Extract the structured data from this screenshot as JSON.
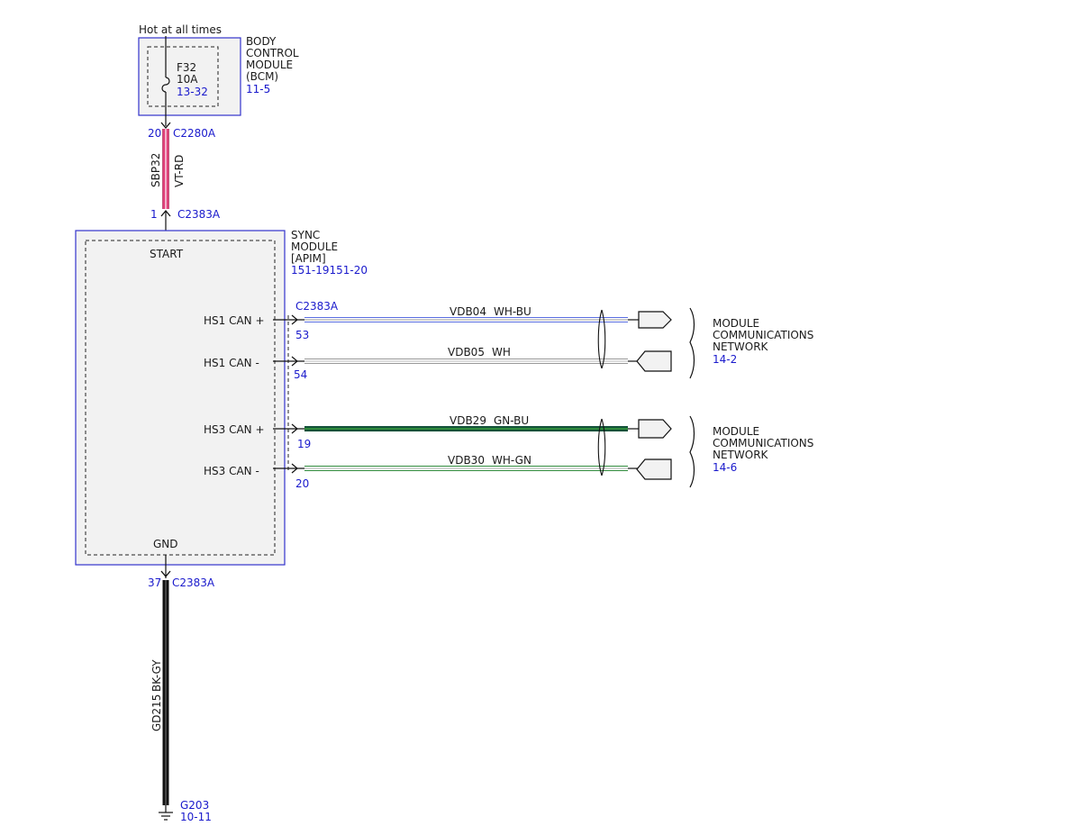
{
  "colors": {
    "module_border": "#3333cc",
    "module_fill": "#f2f2f2",
    "reference_text": "#1a1acc",
    "wire_pink": "#e0407a",
    "wire_blue": "#5a6ee0",
    "wire_green": "#2f8a3c",
    "wire_dark_green": "#14523a",
    "wire_black": "#111111"
  },
  "power": {
    "label": "Hot at all times"
  },
  "bcm": {
    "name_lines": [
      "BODY",
      "CONTROL",
      "MODULE",
      "(BCM)"
    ],
    "ref": "11-5",
    "fuse": {
      "id": "F32",
      "rating": "10A",
      "ref": "13-32"
    }
  },
  "sbp_wire": {
    "circuit": "SBP32",
    "color": "VT-RD",
    "top_pin": "20",
    "top_connector": "C2280A",
    "bottom_pin": "1",
    "bottom_connector": "C2383A"
  },
  "sync": {
    "name_lines": [
      "SYNC",
      "MODULE",
      "[APIM]"
    ],
    "ref": "151-19151-20",
    "start_label": "START",
    "gnd_label": "GND",
    "can_connector": "C2383A"
  },
  "can_lines": [
    {
      "label": "HS1 CAN +",
      "pin": "53",
      "circuit": "VDB04",
      "color": "WH-BU"
    },
    {
      "label": "HS1 CAN -",
      "pin": "54",
      "circuit": "VDB05",
      "color": "WH"
    },
    {
      "label": "HS3 CAN +",
      "pin": "19",
      "circuit": "VDB29",
      "color": "GN-BU"
    },
    {
      "label": "HS3 CAN -",
      "pin": "20",
      "circuit": "VDB30",
      "color": "WH-GN"
    }
  ],
  "networks": [
    {
      "lines": [
        "MODULE",
        "COMMUNICATIONS",
        "NETWORK"
      ],
      "ref": "14-2"
    },
    {
      "lines": [
        "MODULE",
        "COMMUNICATIONS",
        "NETWORK"
      ],
      "ref": "14-6"
    }
  ],
  "ground_wire": {
    "pin": "37",
    "connector": "C2383A",
    "circuit": "GD215",
    "color": "BK-GY",
    "ground_id": "G203",
    "ground_ref": "10-11"
  }
}
